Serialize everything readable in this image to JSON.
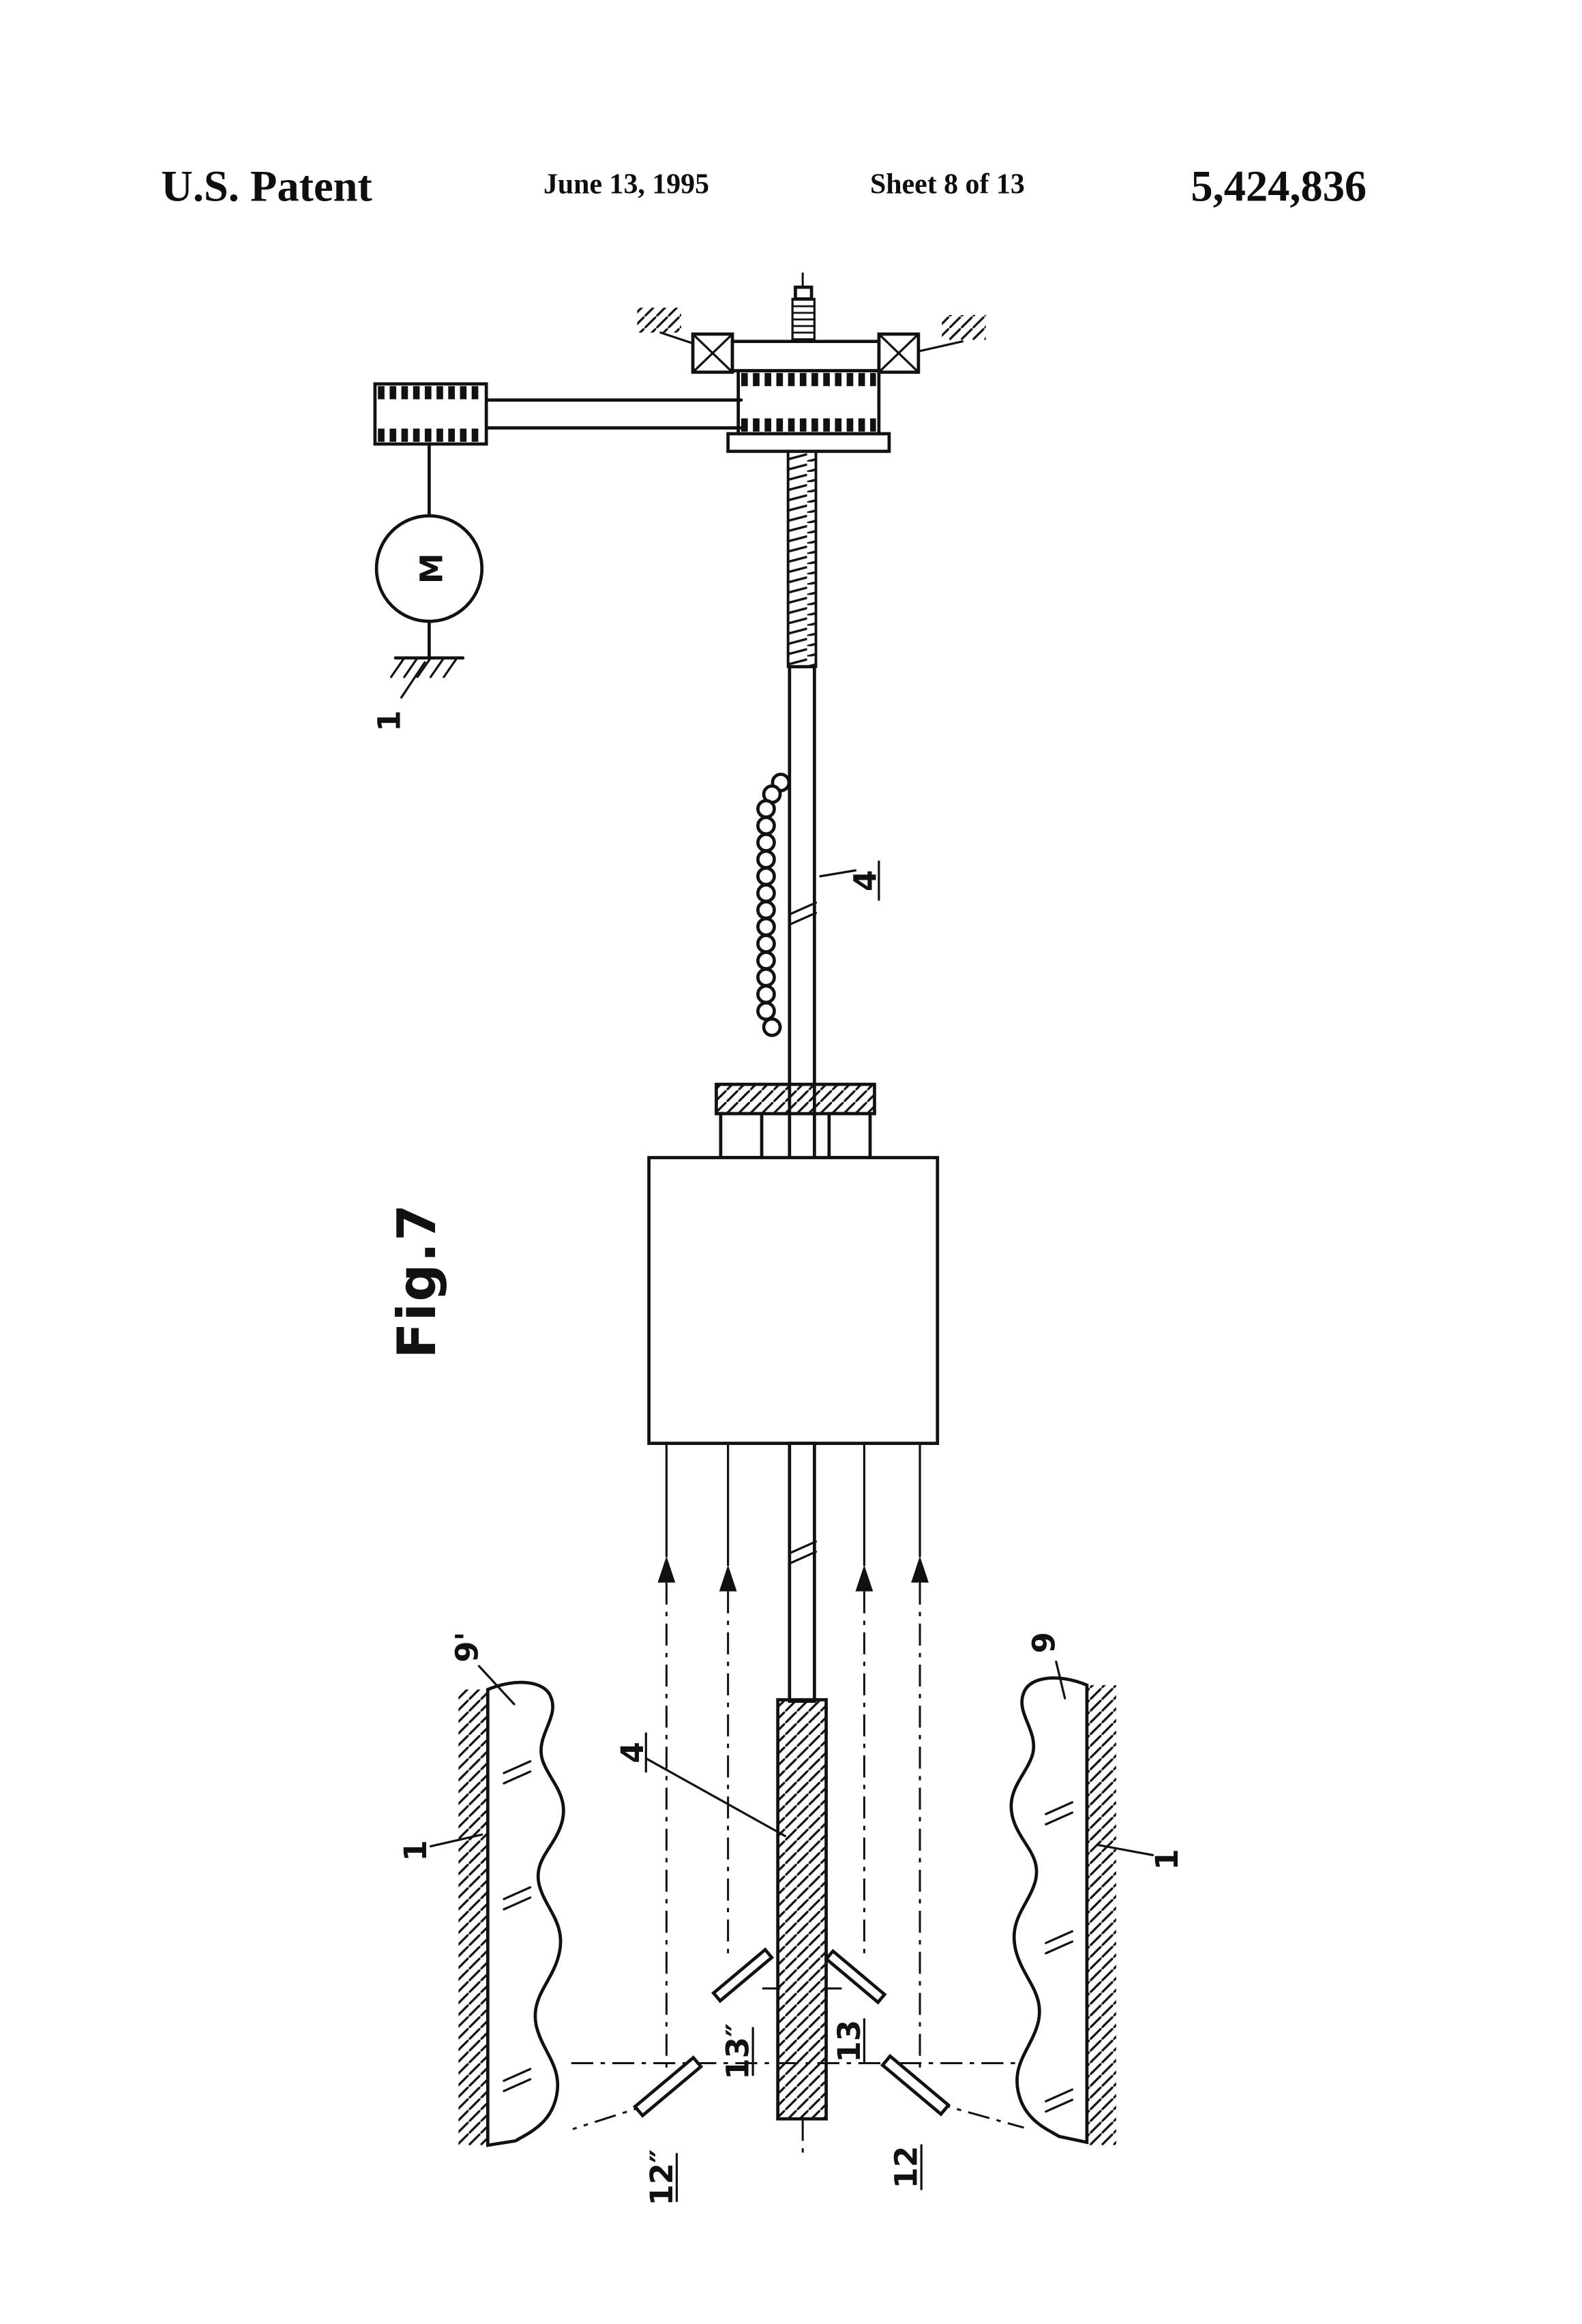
{
  "colors": {
    "ink": "#111111",
    "paper": "#ffffff"
  },
  "header": {
    "title": "U.S. Patent",
    "date": "June 13, 1995",
    "sheet": "Sheet 8 of 13",
    "patent_number": "5,424,836"
  },
  "figure": {
    "caption": "Fig.7",
    "motor": "M",
    "labels": {
      "frame_top": "1",
      "shaft_upper": "4",
      "shaft_lower": "4",
      "wall_left": "9'",
      "wall_right": "9",
      "frame_left": "1",
      "frame_right": "1",
      "mirror_13pp": "13″",
      "mirror_13": "13",
      "mirror_12pp": "12″",
      "mirror_12": "12"
    }
  }
}
